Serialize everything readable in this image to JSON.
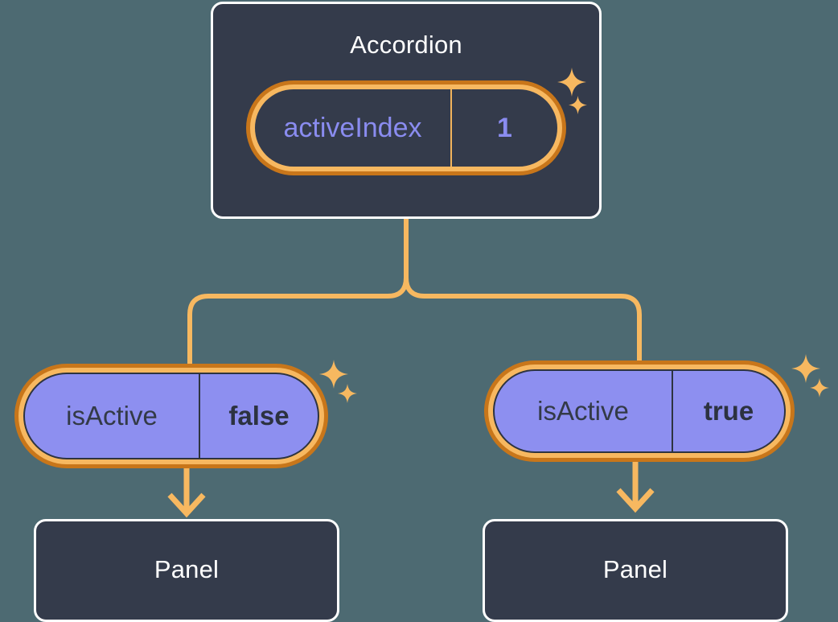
{
  "diagram": {
    "title_root": "Accordion",
    "background_color": "#4d6a72",
    "box_fill": "#343b4b",
    "box_border": "#ffffff",
    "highlight_outer": "#c8761a",
    "highlight_inner": "#f7b860",
    "chip_purple": "#8d8ff0",
    "accent_text": "#8a8cf0",
    "connector_color": "#f7b860"
  },
  "root": {
    "label": "Accordion",
    "state": {
      "key": "activeIndex",
      "value": "1"
    }
  },
  "branches": [
    {
      "state": {
        "key": "isActive",
        "value": "false"
      },
      "child": {
        "label": "Panel"
      }
    },
    {
      "state": {
        "key": "isActive",
        "value": "true"
      },
      "child": {
        "label": "Panel"
      }
    }
  ]
}
